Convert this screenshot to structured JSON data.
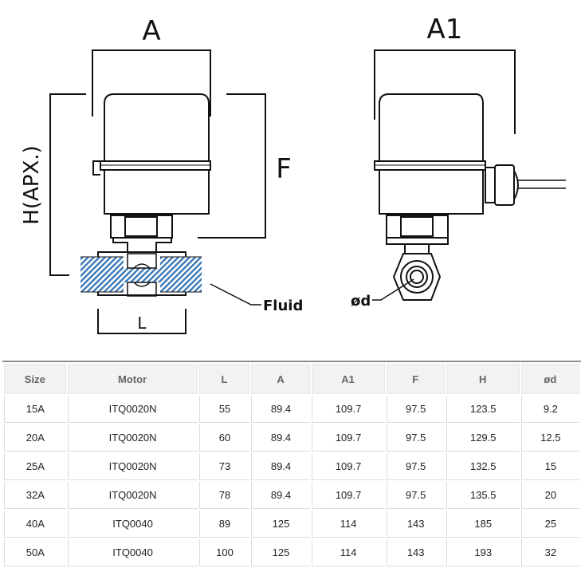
{
  "diagram": {
    "front_view": {
      "dim_labels": {
        "width": "A",
        "height": "H(APX.)",
        "actuator_height": "F",
        "length": "L"
      },
      "callout": "Fluid",
      "fluid_color": "#3a78b8"
    },
    "side_view": {
      "dim_labels": {
        "width": "A1"
      },
      "callout": "ød"
    }
  },
  "table": {
    "headers": [
      "Size",
      "Motor",
      "L",
      "A",
      "A1",
      "F",
      "H",
      "ød"
    ],
    "rows": [
      [
        "15A",
        "ITQ0020N",
        "55",
        "89.4",
        "109.7",
        "97.5",
        "123.5",
        "9.2"
      ],
      [
        "20A",
        "ITQ0020N",
        "60",
        "89.4",
        "109.7",
        "97.5",
        "129.5",
        "12.5"
      ],
      [
        "25A",
        "ITQ0020N",
        "73",
        "89.4",
        "109.7",
        "97.5",
        "132.5",
        "15"
      ],
      [
        "32A",
        "ITQ0020N",
        "78",
        "89.4",
        "109.7",
        "97.5",
        "135.5",
        "20"
      ],
      [
        "40A",
        "ITQ0040",
        "89",
        "125",
        "114",
        "143",
        "185",
        "25"
      ],
      [
        "50A",
        "ITQ0040",
        "100",
        "125",
        "114",
        "143",
        "193",
        "32"
      ]
    ]
  }
}
